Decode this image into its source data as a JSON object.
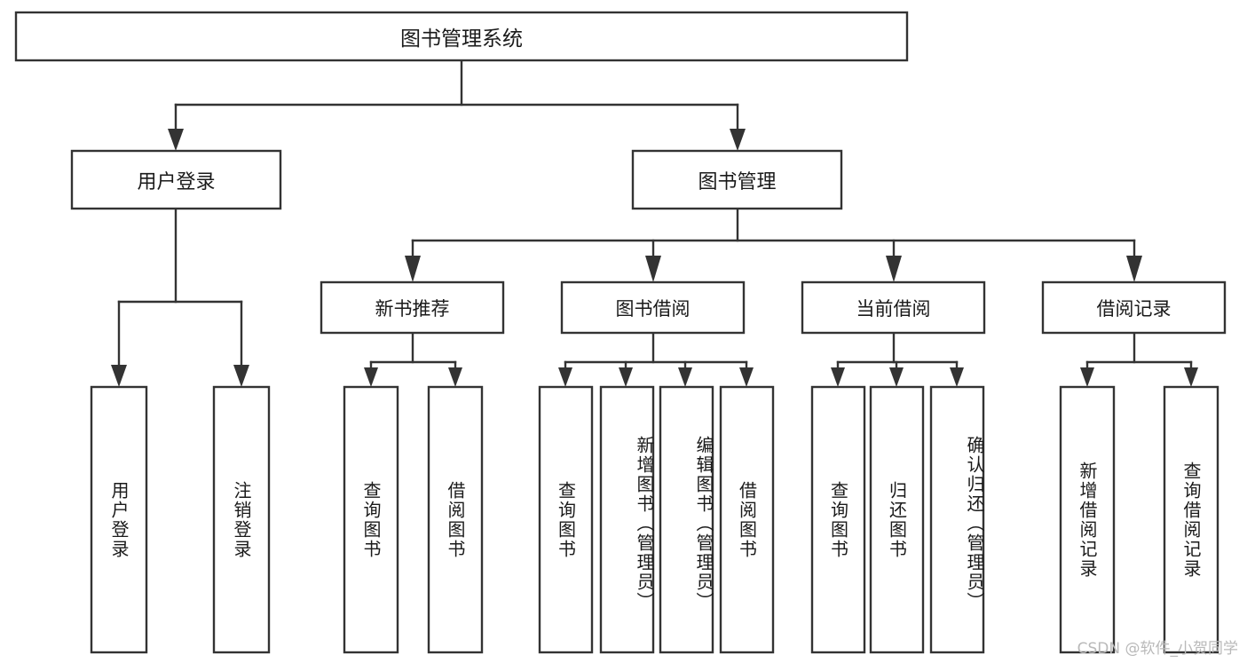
{
  "diagram": {
    "type": "tree",
    "title": "图书管理系统",
    "orientation": "top-down",
    "watermark": "CSDN @软件_小贺同学",
    "colors": {
      "box_fill": "#ffffff",
      "box_stroke": "#333333",
      "text": "#1a1a1a",
      "background": "#ffffff",
      "watermark": "#b9b9b9"
    },
    "nodes": {
      "root": {
        "label": "图书管理系统",
        "level": 0
      },
      "user_login": {
        "label": "用户登录",
        "level": 1
      },
      "book_manage": {
        "label": "图书管理",
        "level": 1
      },
      "new_book_rec": {
        "label": "新书推荐",
        "level": 2
      },
      "book_borrow": {
        "label": "图书借阅",
        "level": 2
      },
      "current_borrow": {
        "label": "当前借阅",
        "level": 2
      },
      "borrow_record": {
        "label": "借阅记录",
        "level": 2
      },
      "leaf_user_login": {
        "label": "用户登录",
        "level": 2
      },
      "leaf_logout": {
        "label": "注销登录",
        "level": 2
      },
      "leaf_query_book_1": {
        "label": "查询图书",
        "level": 3
      },
      "leaf_borrow_book_1": {
        "label": "借阅图书",
        "level": 3
      },
      "leaf_query_book_2": {
        "label": "查询图书",
        "level": 3
      },
      "leaf_add_book": {
        "label": "新增图书（管理员）",
        "level": 3
      },
      "leaf_edit_book": {
        "label": "编辑图书（管理员）",
        "level": 3
      },
      "leaf_borrow_book_2": {
        "label": "借阅图书",
        "level": 3
      },
      "leaf_query_book_3": {
        "label": "查询图书",
        "level": 3
      },
      "leaf_return_book": {
        "label": "归还图书",
        "level": 3
      },
      "leaf_confirm_return": {
        "label": "确认归还（管理员）",
        "level": 3
      },
      "leaf_add_record": {
        "label": "新增借阅记录",
        "level": 3
      },
      "leaf_query_record": {
        "label": "查询借阅记录",
        "level": 3
      }
    },
    "edges": [
      {
        "from": "root",
        "to": "user_login"
      },
      {
        "from": "root",
        "to": "book_manage"
      },
      {
        "from": "user_login",
        "to": "leaf_user_login"
      },
      {
        "from": "user_login",
        "to": "leaf_logout"
      },
      {
        "from": "book_manage",
        "to": "new_book_rec"
      },
      {
        "from": "book_manage",
        "to": "book_borrow"
      },
      {
        "from": "book_manage",
        "to": "current_borrow"
      },
      {
        "from": "book_manage",
        "to": "borrow_record"
      },
      {
        "from": "new_book_rec",
        "to": "leaf_query_book_1"
      },
      {
        "from": "new_book_rec",
        "to": "leaf_borrow_book_1"
      },
      {
        "from": "book_borrow",
        "to": "leaf_query_book_2"
      },
      {
        "from": "book_borrow",
        "to": "leaf_add_book"
      },
      {
        "from": "book_borrow",
        "to": "leaf_edit_book"
      },
      {
        "from": "book_borrow",
        "to": "leaf_borrow_book_2"
      },
      {
        "from": "current_borrow",
        "to": "leaf_query_book_3"
      },
      {
        "from": "current_borrow",
        "to": "leaf_return_book"
      },
      {
        "from": "current_borrow",
        "to": "leaf_confirm_return"
      },
      {
        "from": "borrow_record",
        "to": "leaf_add_record"
      },
      {
        "from": "borrow_record",
        "to": "leaf_query_record"
      }
    ]
  }
}
